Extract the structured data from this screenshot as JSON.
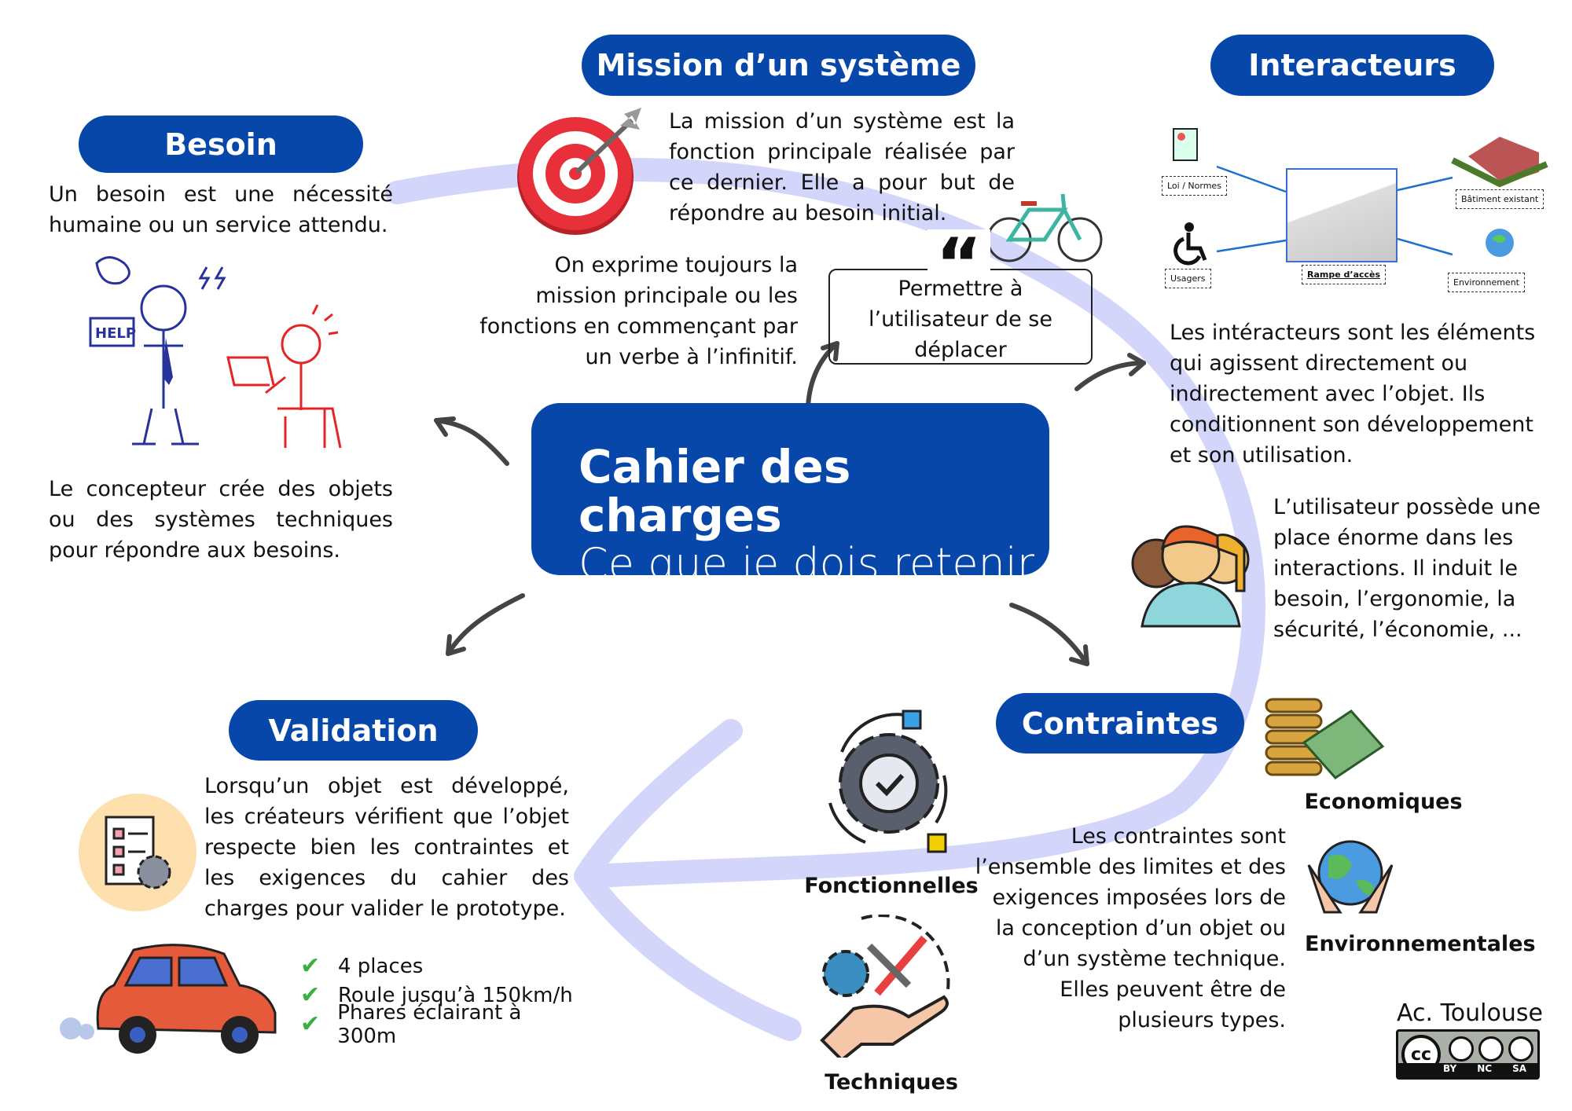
{
  "center": {
    "title": "Cahier des charges",
    "subtitle": "Ce que je dois retenir"
  },
  "besoin": {
    "title": "Besoin",
    "text": "Un besoin est une nécessité humaine ou un service attendu.",
    "help_sign": "HELP",
    "concepteur": "Le concepteur crée des objets ou des systèmes techniques pour répondre aux besoins."
  },
  "mission": {
    "title": "Mission d’un système",
    "text": "La mission d’un système est la fonction principale réalisée par ce dernier. Elle a pour but de répondre au besoin initial.",
    "expression": "On exprime toujours la mission principale ou les fonctions en commençant par un verbe à l’infinitif.",
    "quote_mark": "“",
    "quote": "Permettre à l’utilisateur de se déplacer"
  },
  "interacteurs": {
    "title": "Interacteurs",
    "diagram": {
      "center": "Rampe d’accès",
      "items": [
        "Loi / Normes",
        "Usagers",
        "Bâtiment existant",
        "Environnement"
      ]
    },
    "text": "Les intéracteurs sont les éléments qui agissent directement ou indirectement avec l’objet. Ils conditionnent son développement et son utilisation.",
    "utilisateur": "L’utilisateur possède une place énorme dans les interactions. Il induit le besoin, l’ergonomie, la sécurité, l’économie, ..."
  },
  "contraintes": {
    "title": "Contraintes",
    "text": "Les contraintes sont l’ensemble des limites et des exigences imposées lors de la conception d’un objet ou d’un système technique. Elles peuvent être de plusieurs types.",
    "types": [
      "Fonctionnelles",
      "Techniques",
      "Economiques",
      "Environnementales"
    ]
  },
  "validation": {
    "title": "Validation",
    "text": "Lorsqu’un objet est développé, les créateurs vérifient que l’objet respecte bien les contraintes et les exigences du cahier des charges pour valider le prototype.",
    "checklist": [
      "4 places",
      "Roule jusqu’à 150km/h",
      "Phares éclairant à 300m"
    ]
  },
  "credit": {
    "author": "Ac. Toulouse",
    "license": "CC BY NC SA",
    "license_parts": [
      "BY",
      "NC",
      "SA"
    ]
  },
  "colors": {
    "primary": "#0747aa",
    "swoosh": "#d3d6fa"
  }
}
